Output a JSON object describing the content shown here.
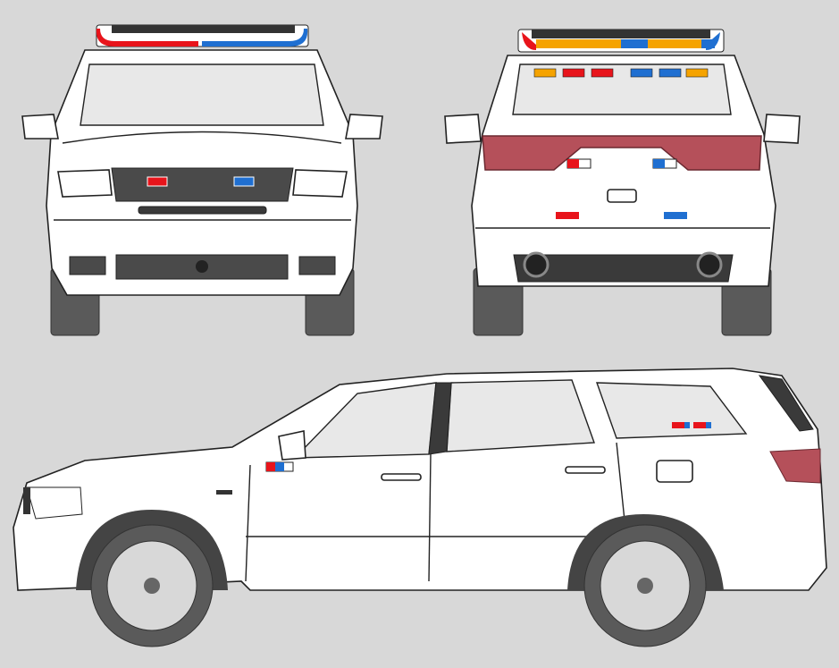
{
  "colors": {
    "background": "#d8d8d8",
    "body": "#ffffff",
    "glass": "#e8e8e8",
    "tire": "#5a5a5a",
    "light_red": "#e8141b",
    "light_blue": "#1f6fd1",
    "light_amber": "#f5a300",
    "tail_light": "#b5505a"
  },
  "views": [
    {
      "name": "front-view",
      "icon": "suv-front"
    },
    {
      "name": "rear-view",
      "icon": "suv-rear"
    },
    {
      "name": "side-view",
      "icon": "suv-side-left"
    }
  ],
  "lightbar_front": [
    "red",
    "red",
    "red",
    "red",
    "blue",
    "blue",
    "blue",
    "blue"
  ],
  "lightbar_rear": [
    "amber",
    "amber",
    "amber",
    "blue",
    "amber",
    "amber",
    "blue"
  ],
  "rear_window_lights": [
    "amber",
    "red",
    "red",
    "blue",
    "blue",
    "amber"
  ]
}
